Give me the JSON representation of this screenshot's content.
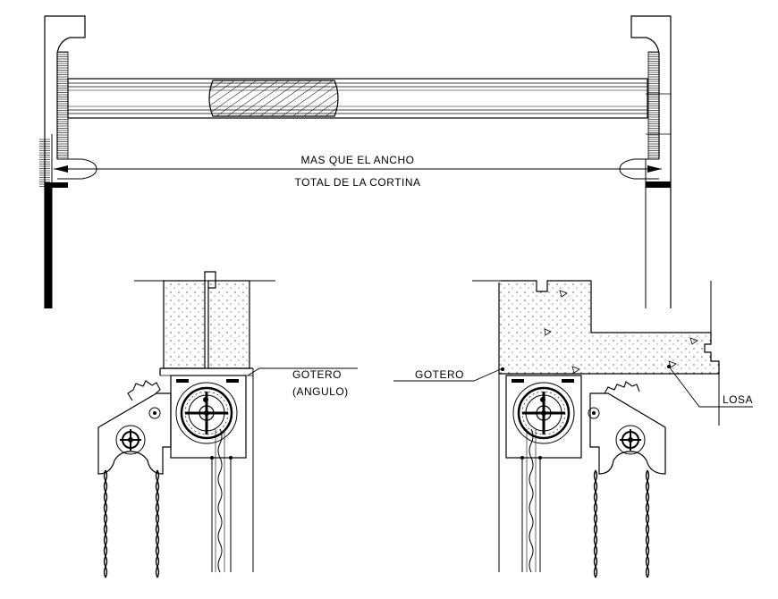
{
  "labels": {
    "dim_line1": "MAS QUE EL ANCHO",
    "dim_line2": "TOTAL DE LA CORTINA",
    "gotero_left_1": "GOTERO",
    "gotero_left_2": "(ANGULO)",
    "gotero_right": "GOTERO",
    "losa": "LOSA"
  },
  "colors": {
    "line": "#000000",
    "background": "#ffffff"
  }
}
